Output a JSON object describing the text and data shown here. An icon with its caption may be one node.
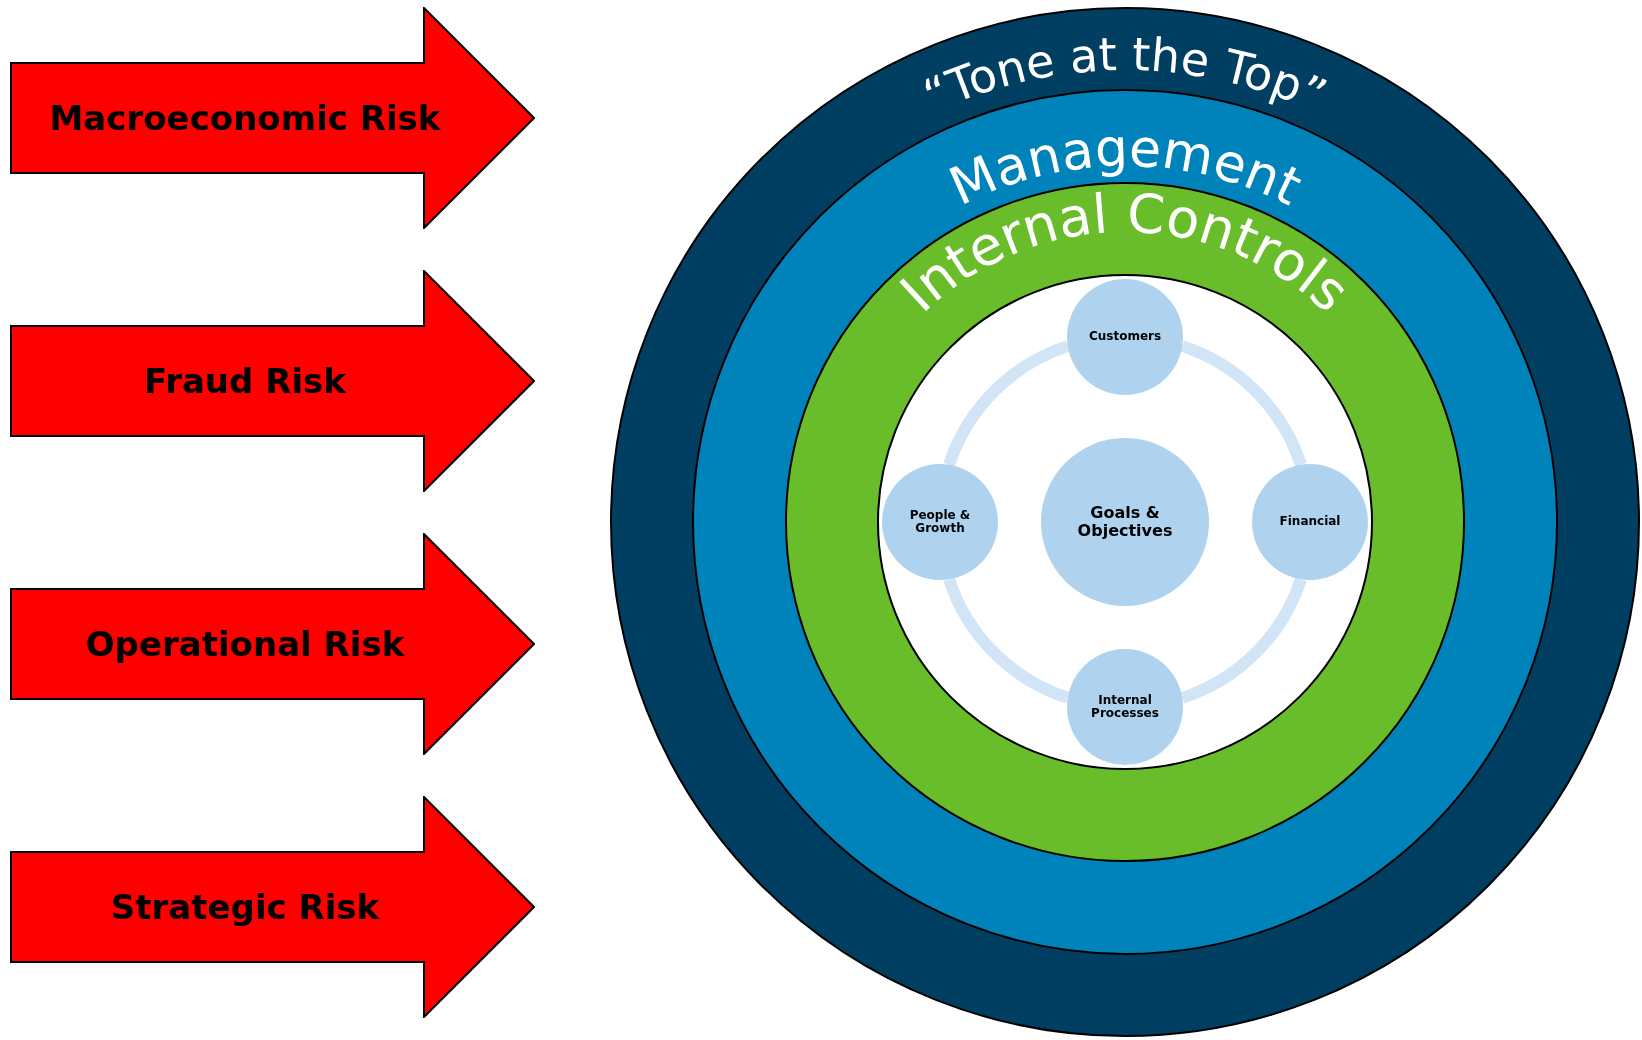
{
  "diagram": {
    "nodes": [
      {
        "text": [
          "Macroeconomic Risk"
        ]
      },
      {
        "text": [
          "Fraud Risk"
        ]
      },
      {
        "text": [
          "Operational Risk"
        ]
      },
      {
        "text": [
          "Strategic Risk"
        ]
      },
      {
        "text": [
          "“Tone at the Top”"
        ]
      },
      {
        "text": [
          "Management"
        ],
        "in": 4
      },
      {
        "text": [
          "Internal Controls"
        ],
        "in": 5
      },
      {
        "text": [],
        "shape": "circle",
        "in": 6
      },
      {
        "text": [
          "Customers"
        ],
        "in": 7
      },
      {
        "text": [
          "People & Growth"
        ],
        "in": 7
      },
      {
        "text": [
          "Goals & Objectives"
        ],
        "in": 7
      },
      {
        "text": [
          "Financial"
        ],
        "in": 7
      },
      {
        "text": [
          "Internal Processes"
        ],
        "in": 7
      }
    ],
    "edges": [
      {
        "from": 8,
        "to": 11,
        "arrow": "none"
      },
      {
        "from": 11,
        "to": 12,
        "arrow": "none"
      },
      {
        "from": 12,
        "to": 9,
        "arrow": "none"
      },
      {
        "from": 9,
        "to": 8,
        "arrow": "none"
      }
    ]
  }
}
